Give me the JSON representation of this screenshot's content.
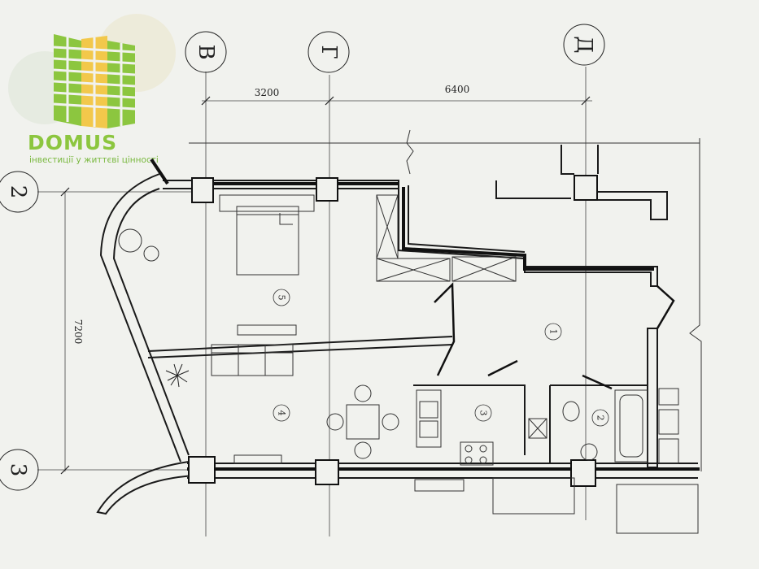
{
  "logo": {
    "word": "DOMUS",
    "tagline": "інвестиції у життєві цінності",
    "colors": {
      "green": "#8cc63f",
      "yellow": "#f2c84b",
      "watermark": "#e9e6d2"
    }
  },
  "axes": {
    "columns": [
      "В",
      "Г",
      "Д"
    ],
    "rows": [
      "2",
      "3"
    ]
  },
  "dimensions": {
    "span_v_g": "3200",
    "span_g_d": "6400",
    "height_2_3": "7200"
  },
  "rooms": [
    "1",
    "2",
    "3",
    "4",
    "5"
  ],
  "colors": {
    "ink": "#222222",
    "paper": "#f1f2ee"
  }
}
